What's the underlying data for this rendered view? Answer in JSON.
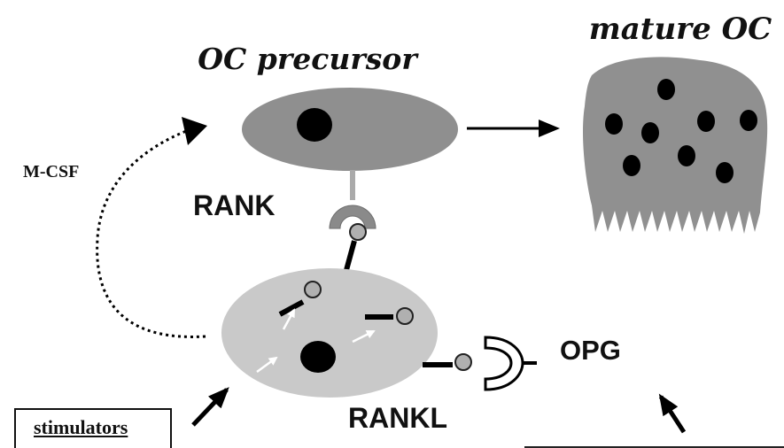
{
  "labels": {
    "precursor_title": "OC precursor",
    "mature_title": "mature OC",
    "mcsf": "M-CSF",
    "rank": "RANK",
    "rankl": "RANKL",
    "opg": "OPG",
    "stimulators": "stimulators"
  },
  "colors": {
    "precursor_cell": "#8f8f8f",
    "mature_cell": "#909090",
    "stromal_cell": "#c9c9c9",
    "nucleus": "#000000",
    "rank_receptor": "#8a8a8a",
    "ligand_ball": "#b0b0b0",
    "arrow": "#000000",
    "internal_arrow": "#ffffff"
  }
}
